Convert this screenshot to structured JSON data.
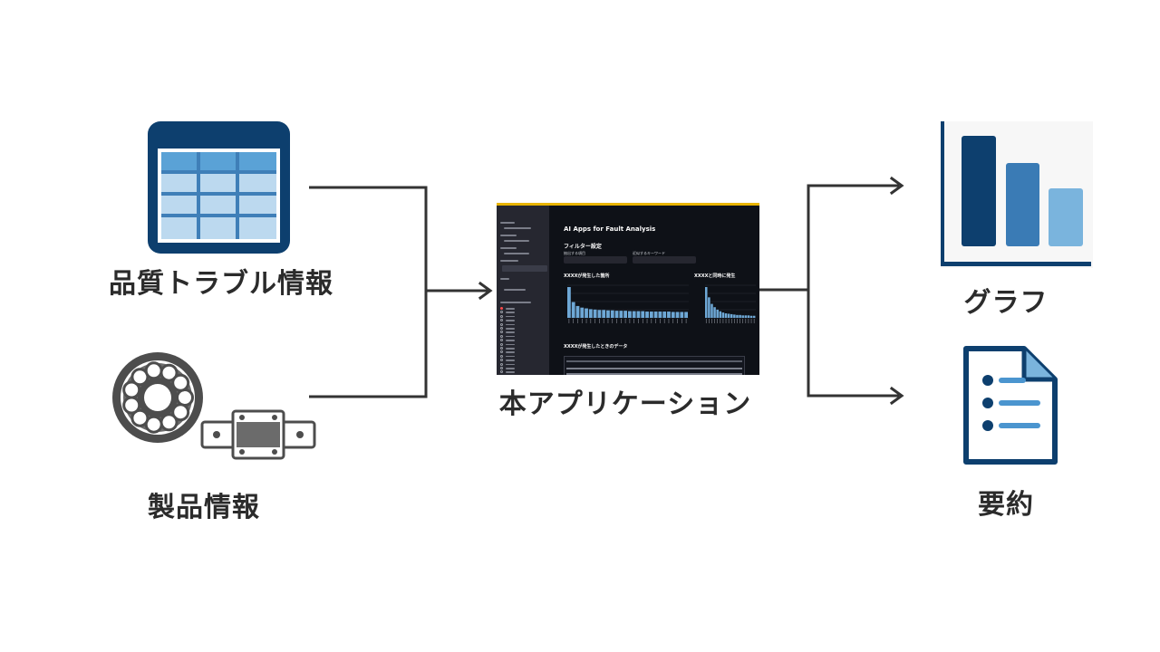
{
  "inputs": [
    {
      "label": "品質トラブル情報",
      "icon": "spreadsheet-table-icon"
    },
    {
      "label": "製品情報",
      "icon": "bearing-and-linear-guide-icon"
    }
  ],
  "center": {
    "label": "本アプリケーション",
    "screenshot": {
      "title": "AI Apps for Fault Analysis",
      "filter_heading": "フィルター設定",
      "filter_label_1": "抽出する項目",
      "filter_label_2": "近似するキーワード",
      "chart_1_title": "XXXXが発生した箇所",
      "chart_2_title": "XXXXと同時に発生",
      "table_heading": "XXXXが発生したときのデータ",
      "chart_1_values": [
        78,
        40,
        30,
        26,
        24,
        22,
        21,
        20,
        20,
        19,
        19,
        18,
        18,
        18,
        17,
        17,
        17,
        17,
        16,
        16,
        16,
        16,
        16,
        16,
        15,
        15,
        15,
        15
      ],
      "chart_2_values": [
        75,
        50,
        34,
        26,
        20,
        16,
        13,
        11,
        10,
        9,
        8,
        7,
        7,
        6,
        6,
        6,
        5,
        5
      ]
    }
  },
  "outputs": [
    {
      "label": "グラフ",
      "icon": "bar-chart-icon"
    },
    {
      "label": "要約",
      "icon": "summary-document-icon"
    }
  ],
  "colors": {
    "navy": "#0d3f6e",
    "mid_blue": "#3a7bb5",
    "light_blue": "#7ab4dd",
    "table_blue": "#5aa2d6",
    "table_light": "#bcd9ef",
    "gray_dark": "#4d4d4d",
    "gray_mid": "#6b6b6b",
    "connector": "#333333"
  }
}
